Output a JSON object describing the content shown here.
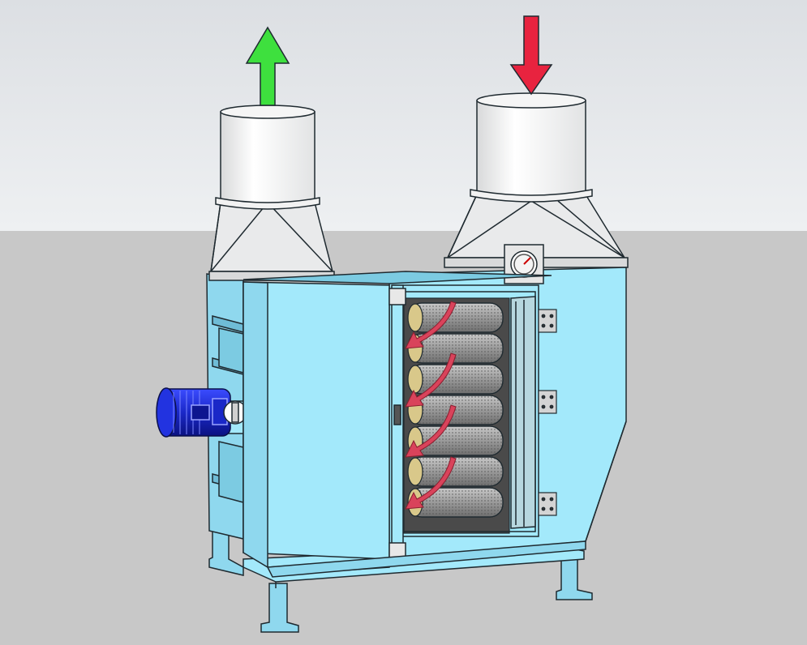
{
  "colors": {
    "sky_top": "#dfe3e7",
    "sky_bottom": "#eceef0",
    "ground": "#c9c9c9",
    "cabinet": "#a3e9fb",
    "cabinet_shade": "#8fd8ee",
    "duct_metal": "#e8e9ea",
    "outline": "#1f2a30",
    "motor_blue": "#1c2fd6",
    "filter_grey": "#9c9c9c",
    "outlet_arrow": "#3ee03e",
    "inlet_arrow": "#e8233f",
    "flow_arrow": "#d9435b"
  },
  "components": [
    {
      "name": "outlet-duct",
      "flow": "out",
      "arrow_color": "green"
    },
    {
      "name": "inlet-duct",
      "flow": "in",
      "arrow_color": "red"
    },
    {
      "name": "filter-cabinet"
    },
    {
      "name": "access-door",
      "hinges": 3
    },
    {
      "name": "cartridge-filter-stack",
      "cartridges": 7
    },
    {
      "name": "fan-motor"
    },
    {
      "name": "pressure-gauge"
    },
    {
      "name": "support-frame",
      "legs": 4
    }
  ],
  "airflow_arrows_inside": 4
}
